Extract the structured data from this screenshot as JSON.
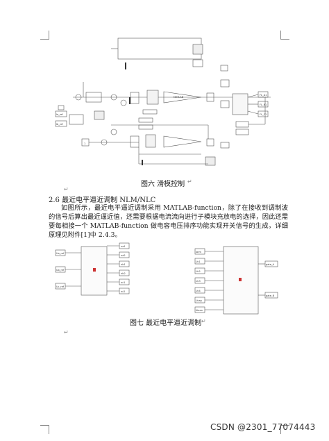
{
  "figure6": {
    "caption": "图六  滑模控制",
    "block_labels": {
      "matlab_fcn": "MATLAB",
      "scope_small": "",
      "out1": "FL_A1",
      "out2": "FL_B1",
      "out3": "FL_C1",
      "in_left1": "Ia_ref",
      "in_left2": "Ib_ref",
      "const1": "1"
    }
  },
  "section": {
    "number": "2.6",
    "title": "最近电平逼近调制 NLM/NLC"
  },
  "paragraph": "如图所示，最近电平逼近调制采用 MATLAB-function，除了在接收到调制波的信号后算出最近逼近值，还需要根据电流流向进行子模块充放电的选择，因此还需要每相接一个 MATLAB-function 做电容电压排序功能实现开关信号的生成，详细原理见附件[1]中 2.4.3。",
  "figure7": {
    "caption": "图七  最近电平逼近调制",
    "left_inputs": [
      "Ua_ref",
      "Ub_ref",
      "Uc_ref"
    ],
    "left_outputs": [
      "na1",
      "na2",
      "nb1",
      "nb2",
      "nc1",
      "nc2"
    ],
    "right_inputs": [
      "Iarm",
      "Uc1",
      "Uc2",
      "Uc3",
      "Uc4",
      "Ucap",
      "Nsum"
    ],
    "right_outputs": [
      "gate_A",
      "gate_B"
    ]
  },
  "watermark": "CSDN @2301_77074443"
}
